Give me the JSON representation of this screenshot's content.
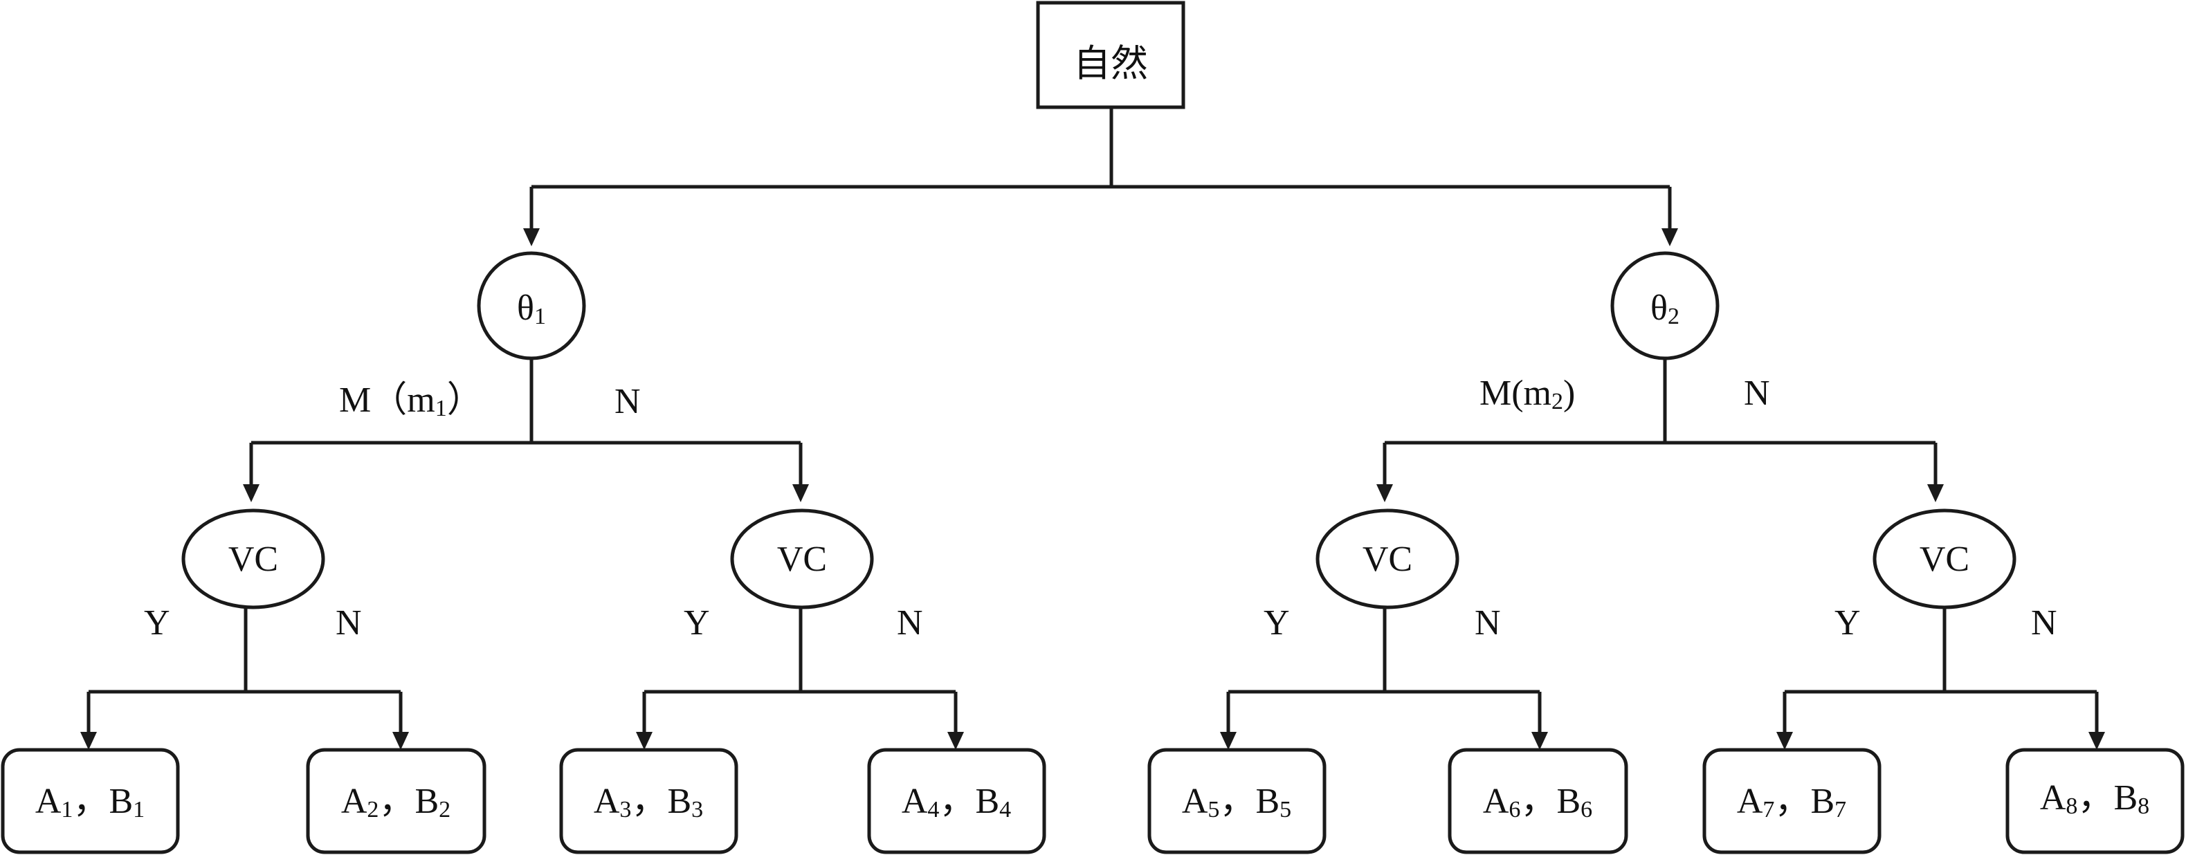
{
  "root": {
    "label": "自然"
  },
  "theta_nodes": [
    {
      "symbol": "θ",
      "subscript": "1"
    },
    {
      "symbol": "θ",
      "subscript": "2"
    }
  ],
  "theta_edges": [
    {
      "left_label_prefix": "M（m",
      "left_label_sub": "1",
      "left_label_suffix": "）",
      "right_label": "N"
    },
    {
      "left_label_prefix": "M(m",
      "left_label_sub": "2",
      "left_label_suffix": ")",
      "right_label": "N"
    }
  ],
  "vc_nodes": [
    {
      "label": "VC",
      "yes_label": "Y",
      "no_label": "N"
    },
    {
      "label": "VC",
      "yes_label": "Y",
      "no_label": "N"
    },
    {
      "label": "VC",
      "yes_label": "Y",
      "no_label": "N"
    },
    {
      "label": "VC",
      "yes_label": "Y",
      "no_label": "N"
    }
  ],
  "leaves": [
    {
      "a": "A",
      "a_sub": "1",
      "sep": "，",
      "b": "B",
      "b_sub": "1"
    },
    {
      "a": "A",
      "a_sub": "2",
      "sep": "，",
      "b": "B",
      "b_sub": "2"
    },
    {
      "a": "A",
      "a_sub": "3",
      "sep": "，",
      "b": "B",
      "b_sub": "3"
    },
    {
      "a": "A",
      "a_sub": "4",
      "sep": "，",
      "b": "B",
      "b_sub": "4"
    },
    {
      "a": "A",
      "a_sub": "5",
      "sep": "，",
      "b": "B",
      "b_sub": "5"
    },
    {
      "a": "A",
      "a_sub": "6",
      "sep": "，",
      "b": "B",
      "b_sub": "6"
    },
    {
      "a": "A",
      "a_sub": "7",
      "sep": "，",
      "b": "B",
      "b_sub": "7"
    },
    {
      "a": "A",
      "a_sub": "8",
      "sep": "，",
      "b": "B",
      "b_sub": "8"
    }
  ]
}
